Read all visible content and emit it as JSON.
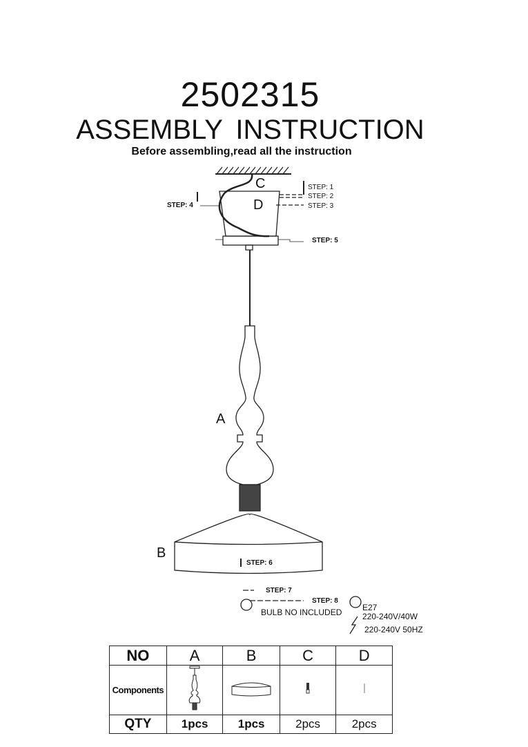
{
  "header": {
    "model_number": "2502315",
    "title": "ASSEMBLY  INSTRUCTION",
    "subtitle": "Before assembling,read all the instruction"
  },
  "diagram": {
    "part_labels": {
      "A": "A",
      "B": "B",
      "C": "C",
      "D": "D"
    },
    "steps": [
      "STEP: 1",
      "STEP: 2",
      "STEP: 3",
      "STEP: 4",
      "STEP: 5",
      "STEP: 6",
      "STEP: 7",
      "STEP: 8"
    ],
    "bulb_note": "BULB NO INCLUDED",
    "bulb_spec": {
      "socket": "E27",
      "rating": "220-240V/40W",
      "supply": "220-240V 50HZ"
    }
  },
  "table": {
    "row_headers": [
      "NO",
      "Components",
      "QTY"
    ],
    "columns": [
      {
        "no": "A",
        "qty": "1pcs"
      },
      {
        "no": "B",
        "qty": "1pcs"
      },
      {
        "no": "C",
        "qty": "2pcs"
      },
      {
        "no": "D",
        "qty": "2pcs"
      }
    ]
  }
}
